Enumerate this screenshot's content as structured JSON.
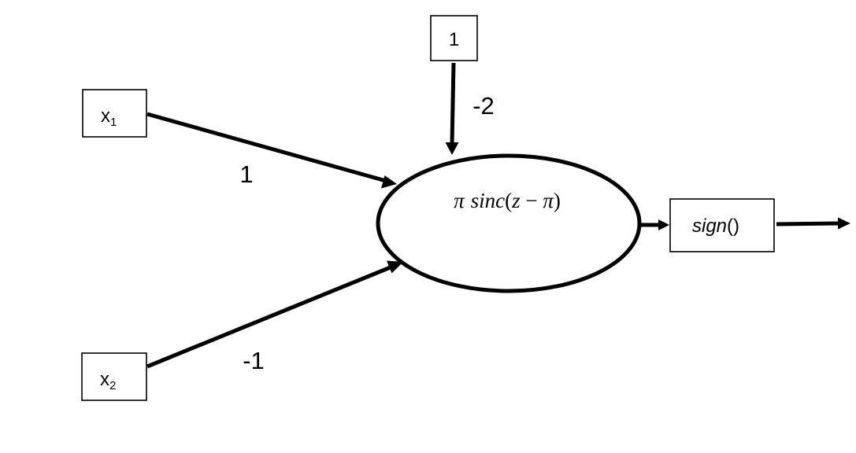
{
  "nodes": {
    "input_x1": {
      "base": "x",
      "sub": "1"
    },
    "input_x2": {
      "base": "x",
      "sub": "2"
    },
    "bias": {
      "label": "1"
    },
    "neuron": {
      "func_pi": "π",
      "func_name": "sinc",
      "func_open": "(",
      "func_var": "z",
      "func_minus": " − ",
      "func_pi2": "π",
      "func_close": ")"
    },
    "output": {
      "func": "sign",
      "parens": "()"
    }
  },
  "weights": {
    "x1": "1",
    "x2": "-1",
    "bias": "-2"
  }
}
